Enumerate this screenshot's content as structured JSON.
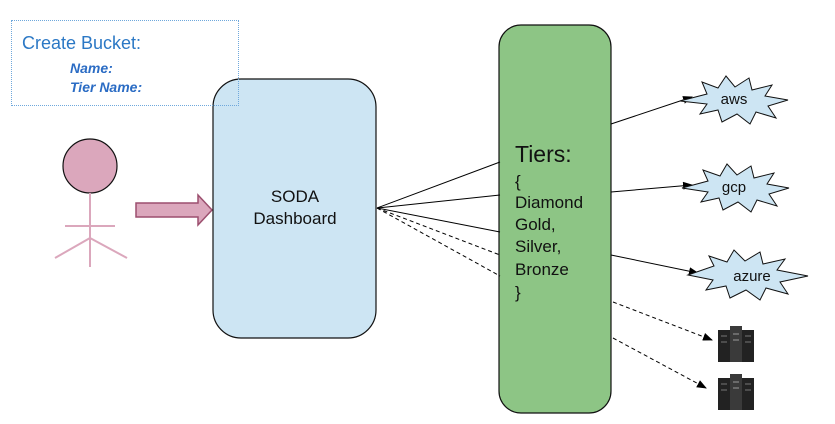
{
  "create_bucket": {
    "title": "Create Bucket:",
    "name_label": "Name:",
    "tier_name_label": "Tier Name:"
  },
  "dashboard": {
    "line1": "SODA",
    "line2": "Dashboard"
  },
  "tiers": {
    "title": "Tiers:",
    "open_brace": "{",
    "items": [
      "Diamond",
      "Gold,",
      "Silver,",
      "Bronze"
    ],
    "close_brace": "}"
  },
  "clouds": [
    "aws",
    "gcp",
    "azure"
  ],
  "colors": {
    "user_fill": "#dba7bc",
    "user_stroke": "#c07090",
    "dashboard_fill": "#cde5f3",
    "tiers_fill": "#8dc585",
    "cloud_fill": "#cde5f3",
    "create_box_border": "#6fa8dc",
    "title_blue": "#2b78c5"
  },
  "icons": [
    "user-icon",
    "arrow-icon",
    "server-icon"
  ]
}
